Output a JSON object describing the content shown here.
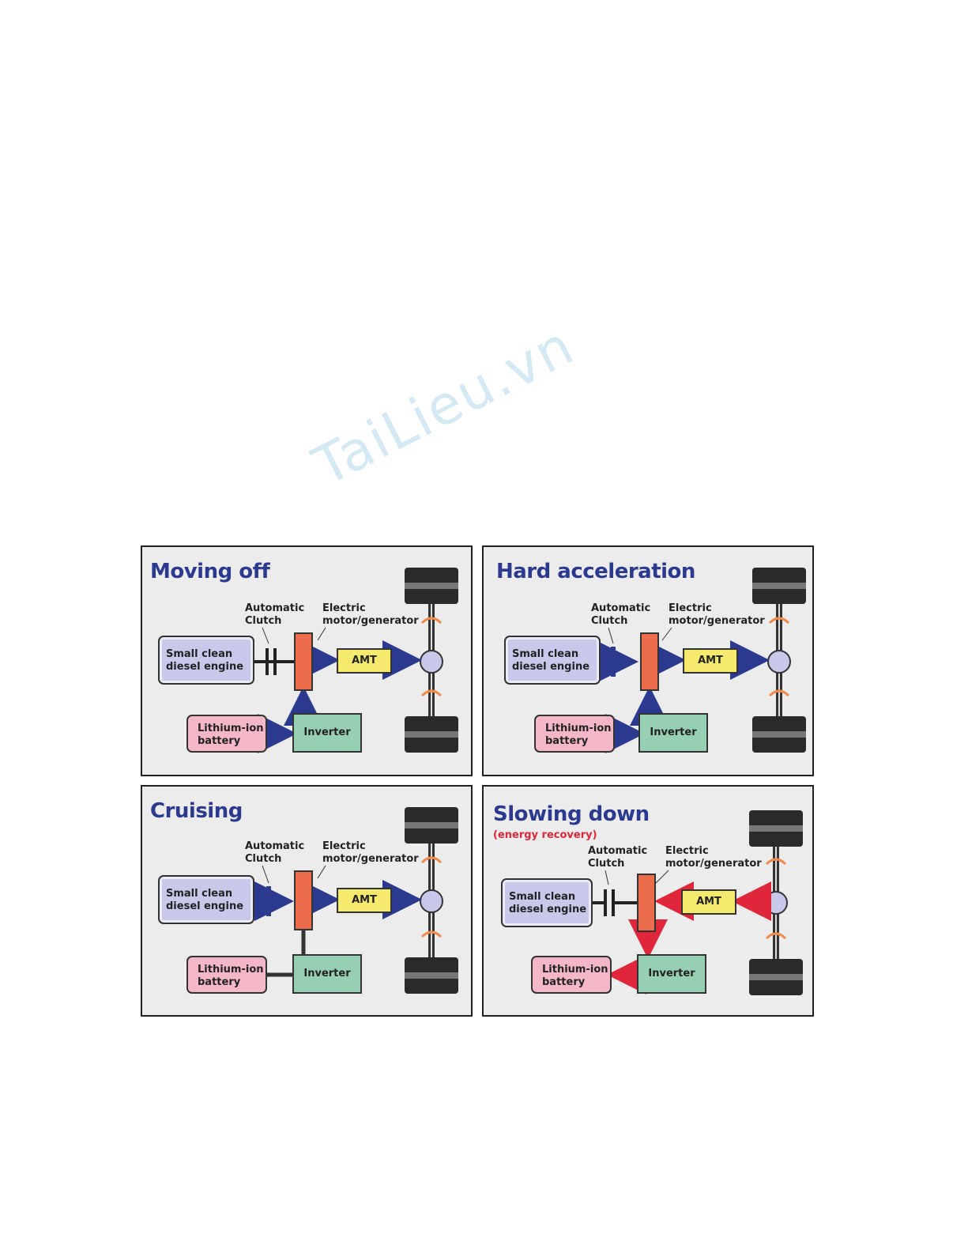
{
  "watermark": "TaiLieu.vn",
  "common": {
    "clutch_label_1": "Automatic",
    "clutch_label_2": "Clutch",
    "motor_label_1": "Electric",
    "motor_label_2": "motor/generator",
    "engine_line1": "Small clean",
    "engine_line2": "diesel engine",
    "amt": "AMT",
    "battery_line1": "Lithium-ion",
    "battery_line2": "battery",
    "inverter": "Inverter"
  },
  "panels": [
    {
      "title": "Moving off",
      "subtitle": ""
    },
    {
      "title": "Hard acceleration",
      "subtitle": ""
    },
    {
      "title": "Cruising",
      "subtitle": ""
    },
    {
      "title": "Slowing down",
      "subtitle": "(energy recovery)"
    }
  ],
  "colors": {
    "flow_blue": "#2b3a8f",
    "flow_red": "#e0263a",
    "rotation_orange": "#f08a4b"
  }
}
